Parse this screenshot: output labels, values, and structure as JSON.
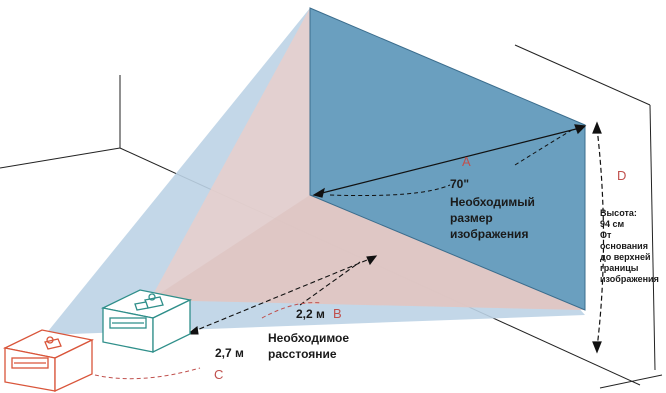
{
  "labels": {
    "A": "A",
    "B": "B",
    "C": "C",
    "D": "D"
  },
  "screen_size": {
    "value": "70\"",
    "line1": "Необходимый",
    "line2": "размер",
    "line3": "изображения"
  },
  "distance": {
    "near": "2,2 м",
    "far": "2,7 м",
    "caption1": "Необходимое",
    "caption2": "расстояние"
  },
  "height": {
    "line1": "Высота:",
    "line2": "94 см",
    "line3": "От",
    "line4": "основания",
    "line5": "до верхней",
    "line6": "границы",
    "line7": "изображения"
  },
  "colors": {
    "screen": "#6a9fbf",
    "beam_blue": "#bcd3e6",
    "beam_pink": "#e9cfcb",
    "projector_near": "#2f8f8a",
    "projector_far": "#d9553a",
    "label_red": "#c0504d"
  }
}
